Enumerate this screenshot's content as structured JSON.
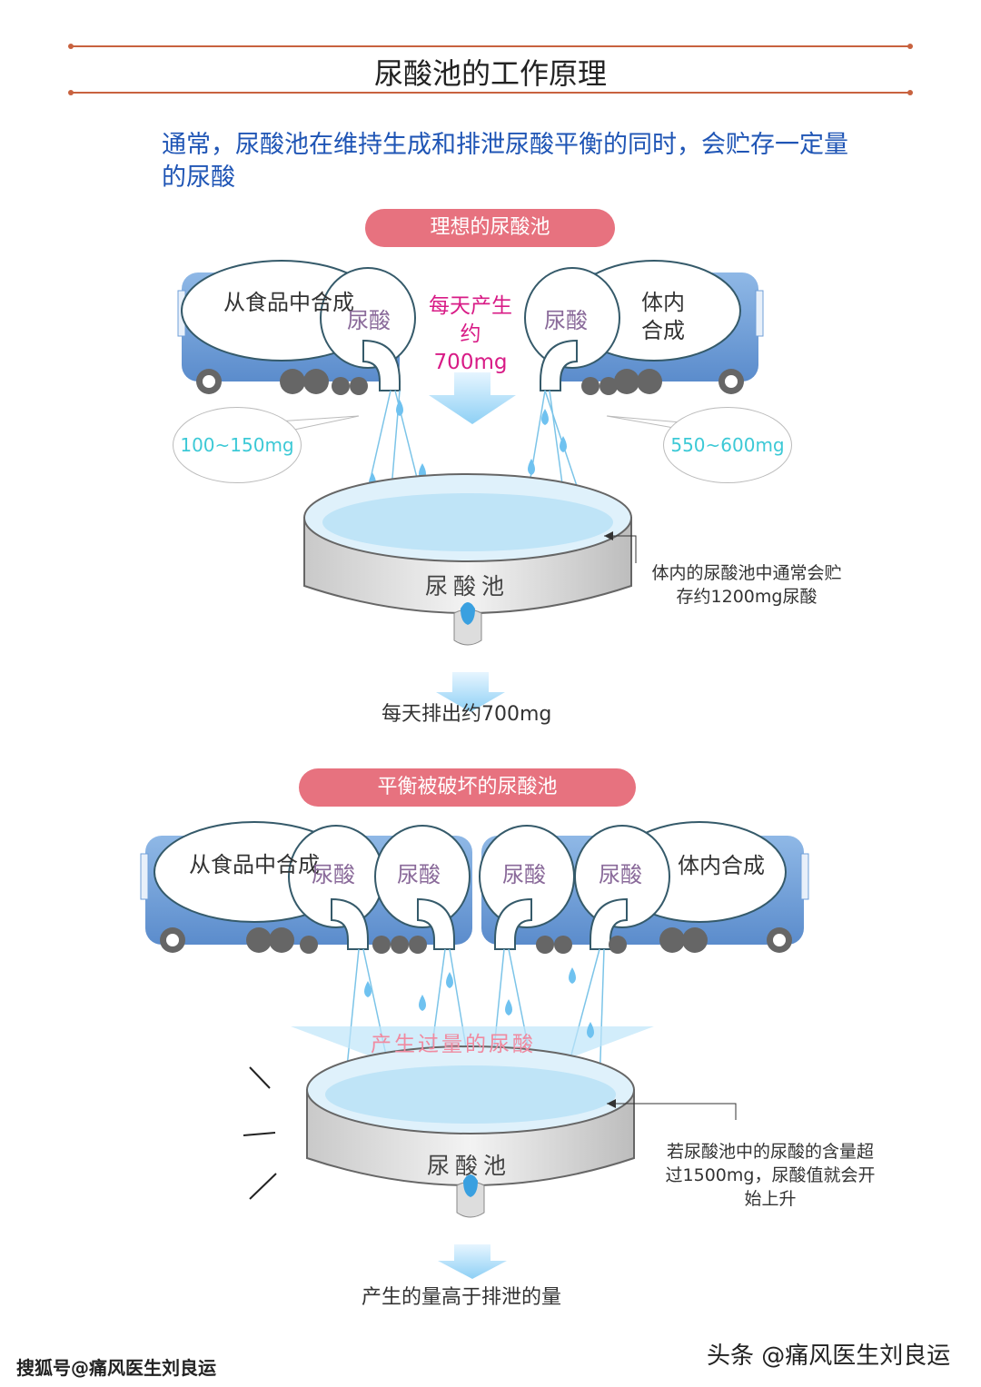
{
  "title": "尿酸池的工作原理",
  "intro": "通常，尿酸池在维持生成和排泄尿酸平衡的同时，会贮存一定量的尿酸",
  "ideal": {
    "heading": "理想的尿酸池",
    "left_truck": {
      "label": "从食品中合成",
      "tank": "尿酸"
    },
    "right_truck": {
      "label": "体内合成",
      "tank": "尿酸"
    },
    "daily_production": "每天产生约700mg",
    "food_amount": "100~150mg",
    "body_amount": "550~600mg",
    "pool_label": "尿酸池",
    "pool_note": "体内的尿酸池中通常会贮存约1200mg尿酸",
    "excretion": "每天排出约700mg"
  },
  "imbalanced": {
    "heading": "平衡被破坏的尿酸池",
    "left_truck": {
      "label": "从食品中合成",
      "tanks": [
        "尿酸",
        "尿酸"
      ]
    },
    "right_truck": {
      "label": "体内合成",
      "tanks": [
        "尿酸",
        "尿酸"
      ]
    },
    "excess_label": "产生过量的尿酸",
    "pool_label": "尿酸池",
    "pool_note": "若尿酸池中的尿酸的含量超过1500mg，尿酸值就会开始上升",
    "caption": "产生的量高于排泄的量"
  },
  "watermarks": {
    "left": "搜狐号@痛风医生刘良运",
    "right": "头条 @痛风医生刘良运"
  },
  "colors": {
    "rule": "#c8623f",
    "pill": "#e7727f",
    "intro": "#1f55b5",
    "magenta": "#d81b86",
    "cyan": "#3cc9d6",
    "truck": "#6f9fd8"
  }
}
